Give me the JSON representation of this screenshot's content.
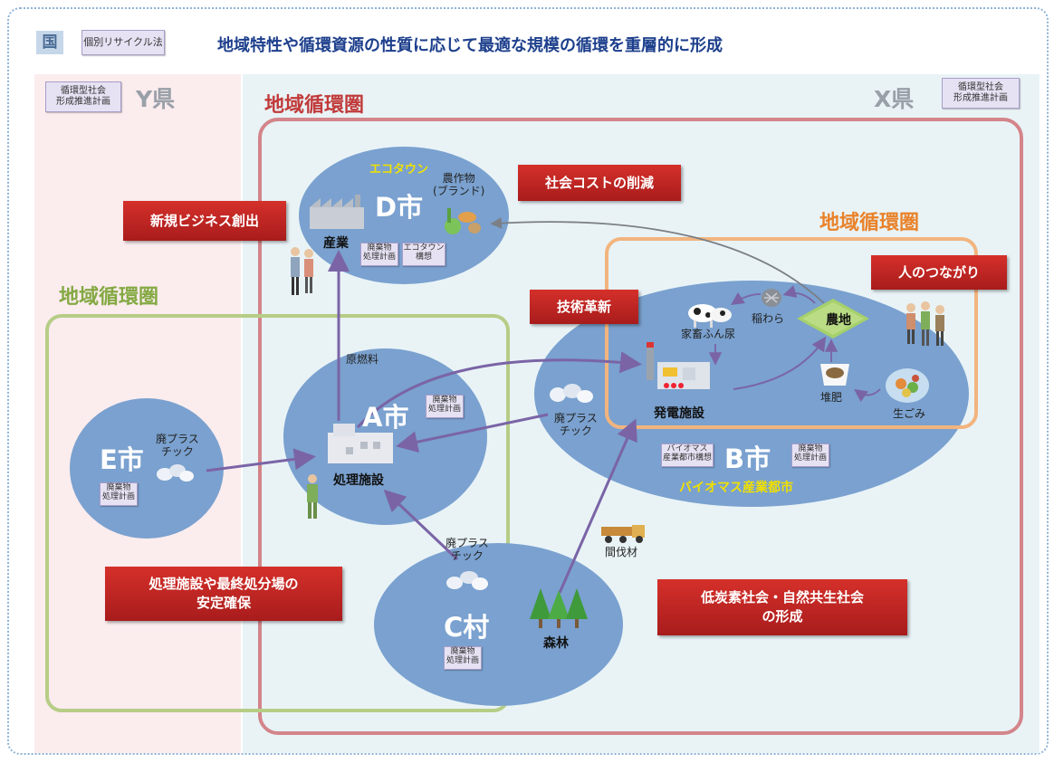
{
  "header": {
    "kuni": "国",
    "kobetsu_law": "個別リサイクル法",
    "title": "地域特性や循環資源の性質に応じて最適な規模の循環を重層的に形成"
  },
  "prefectures": {
    "y_plan": [
      "循環型社会",
      "形成推進計画"
    ],
    "y_name": "Y県",
    "x_plan": [
      "循環型社会",
      "形成推進計画"
    ],
    "x_name": "X県"
  },
  "regions": {
    "red": "地域循環圏",
    "green": "地域循環圏",
    "orange": "地域循環圏"
  },
  "cities": {
    "d": {
      "name": "D市",
      "ecotown": "エコタウン",
      "crops": [
        "農作物",
        "(ブランド)"
      ],
      "industry": "産業",
      "notes": [
        [
          "廃棄物",
          "処理計画"
        ],
        [
          "エコタウン",
          "構想"
        ]
      ]
    },
    "a": {
      "name": "A市",
      "raw_fuel": "原燃料",
      "facility": "処理施設",
      "note": [
        "廃棄物",
        "処理計画"
      ]
    },
    "e": {
      "name": "E市",
      "plastic": [
        "廃プラス",
        "チック"
      ],
      "note": [
        "廃棄物",
        "処理計画"
      ]
    },
    "c": {
      "name": "C村",
      "plastic": [
        "廃プラス",
        "チック"
      ],
      "note": [
        "廃棄物",
        "処理計画"
      ]
    },
    "b": {
      "name": "B市",
      "plastic": [
        "廃プラス",
        "チック"
      ],
      "power": "発電施設",
      "livestock": "家畜ふん尿",
      "straw": "稲わら",
      "farm": "農地",
      "compost": "堆肥",
      "garbage": "生ごみ",
      "bio_city": "バイオマス産業都市",
      "notes": [
        [
          "バイオマス",
          "産業都市構想"
        ],
        [
          "廃棄物",
          "処理計画"
        ]
      ]
    }
  },
  "forest": {
    "name": "森林",
    "thinning": "間伐材"
  },
  "red_boxes": {
    "social_cost": "社会コストの削減",
    "new_business": "新規ビジネス創出",
    "human_link": "人のつながり",
    "innovation": "技術革新",
    "stable": [
      "処理施設や最終処分場の",
      "安定確保"
    ],
    "low_carbon": [
      "低炭素社会・自然共生社会",
      "の形成"
    ]
  },
  "colors": {
    "city_fill": "#7aa1cf",
    "red_frame": "#d3858a",
    "green_frame": "#b6cd86",
    "orange_frame": "#f2b47f",
    "arrow": "#7a64a6",
    "accent_red": "#c0251f"
  }
}
